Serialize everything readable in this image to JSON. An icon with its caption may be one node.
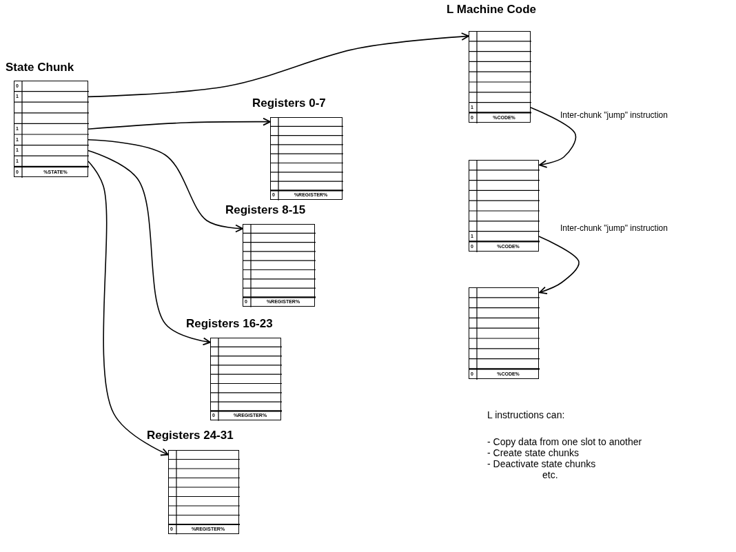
{
  "diagram": {
    "nodes": [
      {
        "text": [
          "State Chunk",
          "0",
          "1",
          "1",
          "1",
          "1",
          "1",
          "0",
          "%STATE%"
        ]
      },
      {
        "text": [
          "Registers 0-7",
          "0",
          "%REGISTER%"
        ]
      },
      {
        "text": [
          "Registers 8-15",
          "0",
          "%REGISTER%"
        ]
      },
      {
        "text": [
          "Registers 16-23",
          "0",
          "%REGISTER%"
        ]
      },
      {
        "text": [
          "Registers 24-31",
          "0",
          "%REGISTER%"
        ]
      },
      {
        "text": [
          "L Machine Code",
          "1",
          "0",
          "%CODE%"
        ]
      },
      {
        "text": [
          "1",
          "0",
          "%CODE%"
        ]
      },
      {
        "text": [
          "0",
          "%CODE%"
        ]
      }
    ],
    "edges": [
      {
        "from": 0,
        "to": 5,
        "arrow": "to"
      },
      {
        "from": 0,
        "to": 1,
        "arrow": "to"
      },
      {
        "from": 0,
        "to": 2,
        "arrow": "to"
      },
      {
        "from": 0,
        "to": 3,
        "arrow": "to"
      },
      {
        "from": 0,
        "to": 4,
        "arrow": "to"
      },
      {
        "from": 5,
        "to": 6,
        "arrow": "to",
        "label": "Inter-chunk \"jump\" instruction"
      },
      {
        "from": 6,
        "to": 7,
        "arrow": "to",
        "label": "Inter-chunk \"jump\" instruction"
      }
    ],
    "labels": [
      "L instructions can:",
      "- Copy data from one slot to another",
      "- Create state chunks",
      "- Deactivate state chunks",
      "etc."
    ]
  }
}
